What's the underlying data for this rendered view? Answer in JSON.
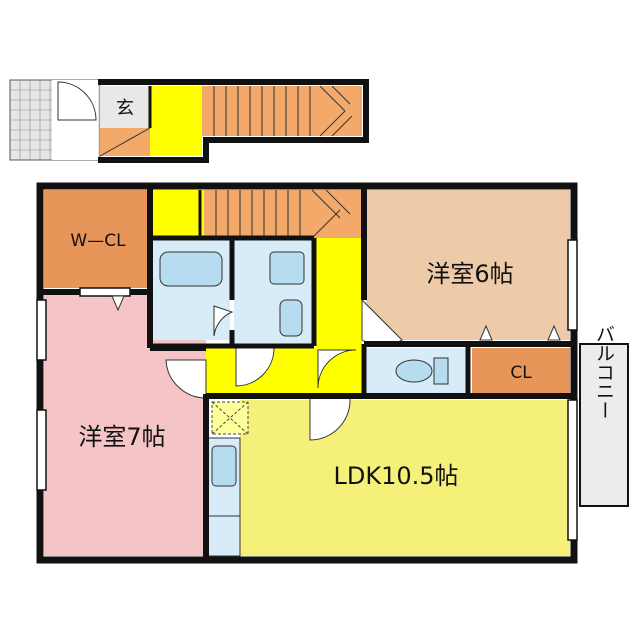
{
  "floorplan": {
    "rooms": {
      "entrance": {
        "label": "玄",
        "color": "#e8e8e8"
      },
      "wcl": {
        "label": "W—CL",
        "color": "#e8955a"
      },
      "western6": {
        "label": "洋室6帖",
        "color": "#eecba8"
      },
      "western7": {
        "label": "洋室7帖",
        "color": "#f5c4c7"
      },
      "ldk": {
        "label": "LDK10.5帖",
        "color": "#f5f07a"
      },
      "cl": {
        "label": "CL",
        "color": "#e8955a"
      },
      "balcony": {
        "label": "バルコニー",
        "color": "#ececec"
      }
    },
    "colors": {
      "corridor": "#ffff00",
      "stairs": "#f2a96a",
      "wet": "#d7ecf8",
      "fixture": "#b7dcef",
      "wall": "#111111",
      "outdoor": "#e6e6e6"
    }
  }
}
